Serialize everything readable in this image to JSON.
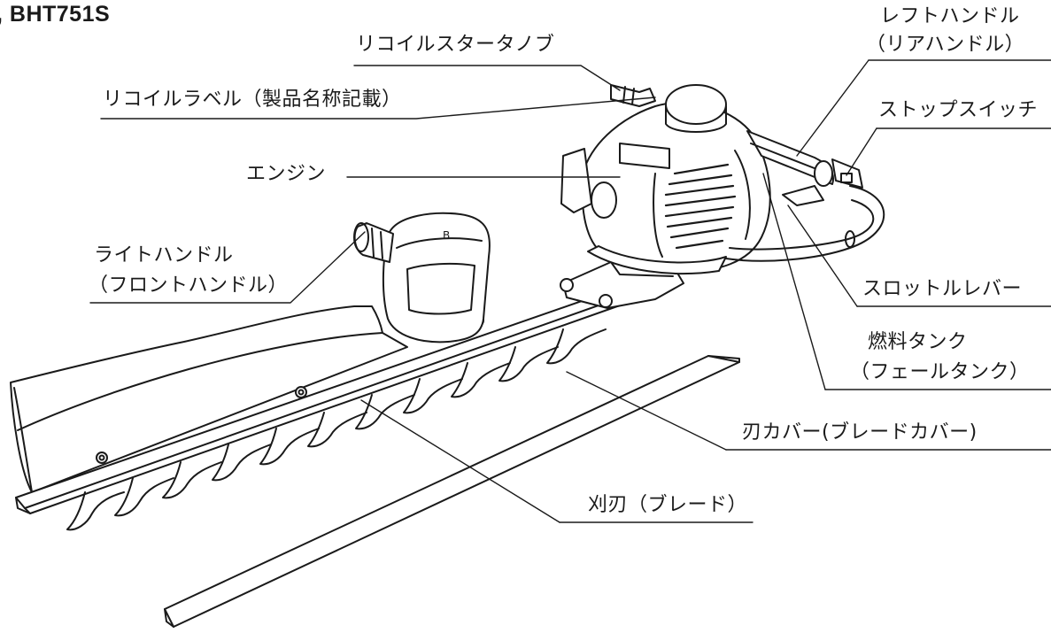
{
  "header": {
    "model_text": ", BHT751S"
  },
  "labels": {
    "recoil_knob": "リコイルスタータノブ",
    "recoil_label": "リコイルラベル（製品名称記載）",
    "engine": "エンジン",
    "right_handle_1": "ライトハンドル",
    "right_handle_2": "（フロントハンドル）",
    "left_handle_1": "レフトハンドル",
    "left_handle_2": "（リアハンドル）",
    "stop_switch": "ストップスイッチ",
    "throttle_lever": "スロットルレバー",
    "fuel_tank_1": "燃料タンク",
    "fuel_tank_2": "（フェールタンク）",
    "blade_cover": "刃カバー(ブレードカバー)",
    "blade": "刈刃（ブレード）"
  }
}
